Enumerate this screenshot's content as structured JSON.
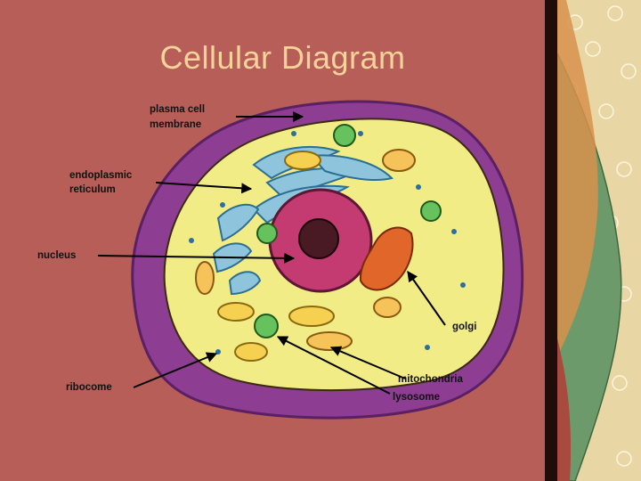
{
  "slide": {
    "title": "Cellular Diagram"
  },
  "labels": {
    "plasma_line1": "plasma cell",
    "plasma_line2": "membrane",
    "er_line1": "endoplasmic",
    "er_line2": "reticulum",
    "nucleus": "nucleus",
    "golgi": "golgi",
    "mitochondria": "mitochondria",
    "ribosome": "ribocome",
    "lysosome": "lysosome"
  },
  "colors": {
    "background": "#b75e58",
    "title": "#f6d39a",
    "membrane": "#8d3d92",
    "cytoplasm": "#f2ec86",
    "nucleus": "#c33b70",
    "golgi": "#e0662a",
    "er": "#8ec5dc",
    "lysosome": "#66c25c"
  }
}
